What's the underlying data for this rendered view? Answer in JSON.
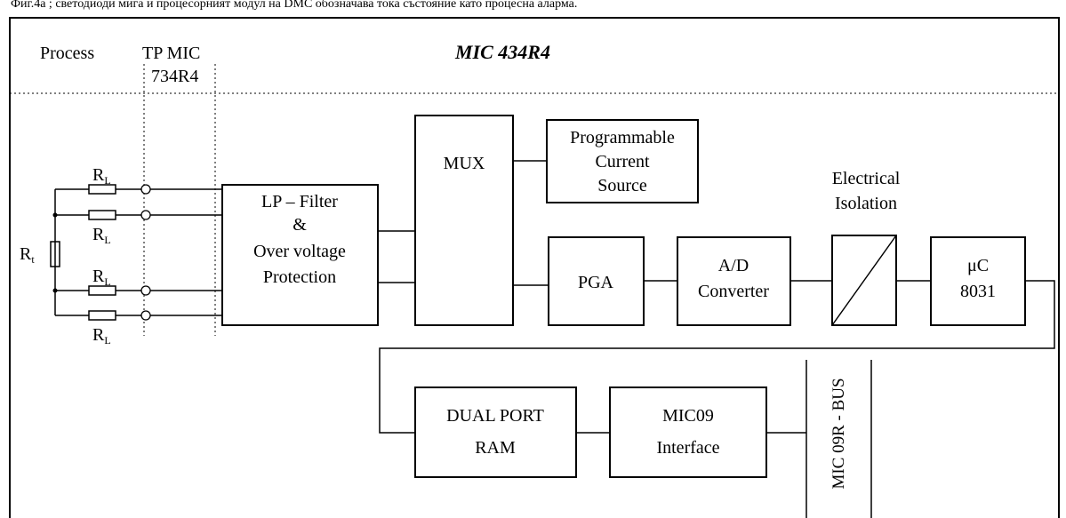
{
  "top_text": "Фиг.4а ; светодиоди мига и процесорният модул на DMC обозначава тока състояние като процесна аларма.",
  "header": {
    "process": "Process",
    "tp_mic_line1": "TP MIC",
    "tp_mic_line2": "734R4",
    "module_title": "MIC 434R4"
  },
  "sensor": {
    "rt_label": "R",
    "rt_sub": "t",
    "rl_label": "R",
    "rl_sub": "L"
  },
  "blocks": {
    "filter": [
      "LP – Filter",
      "&",
      "Over voltage",
      "Protection"
    ],
    "mux": "MUX",
    "current_source": [
      "Programmable",
      "Current",
      "Source"
    ],
    "isolation_label": [
      "Electrical",
      "Isolation"
    ],
    "pga": "PGA",
    "adc": [
      "A/D",
      "Converter"
    ],
    "uc": [
      "μC",
      "8031"
    ],
    "dual_port_ram": [
      "DUAL PORT",
      "RAM"
    ],
    "mic09_interface": [
      "MIC09",
      "Interface"
    ],
    "bus": "MIC 09R - BUS"
  }
}
